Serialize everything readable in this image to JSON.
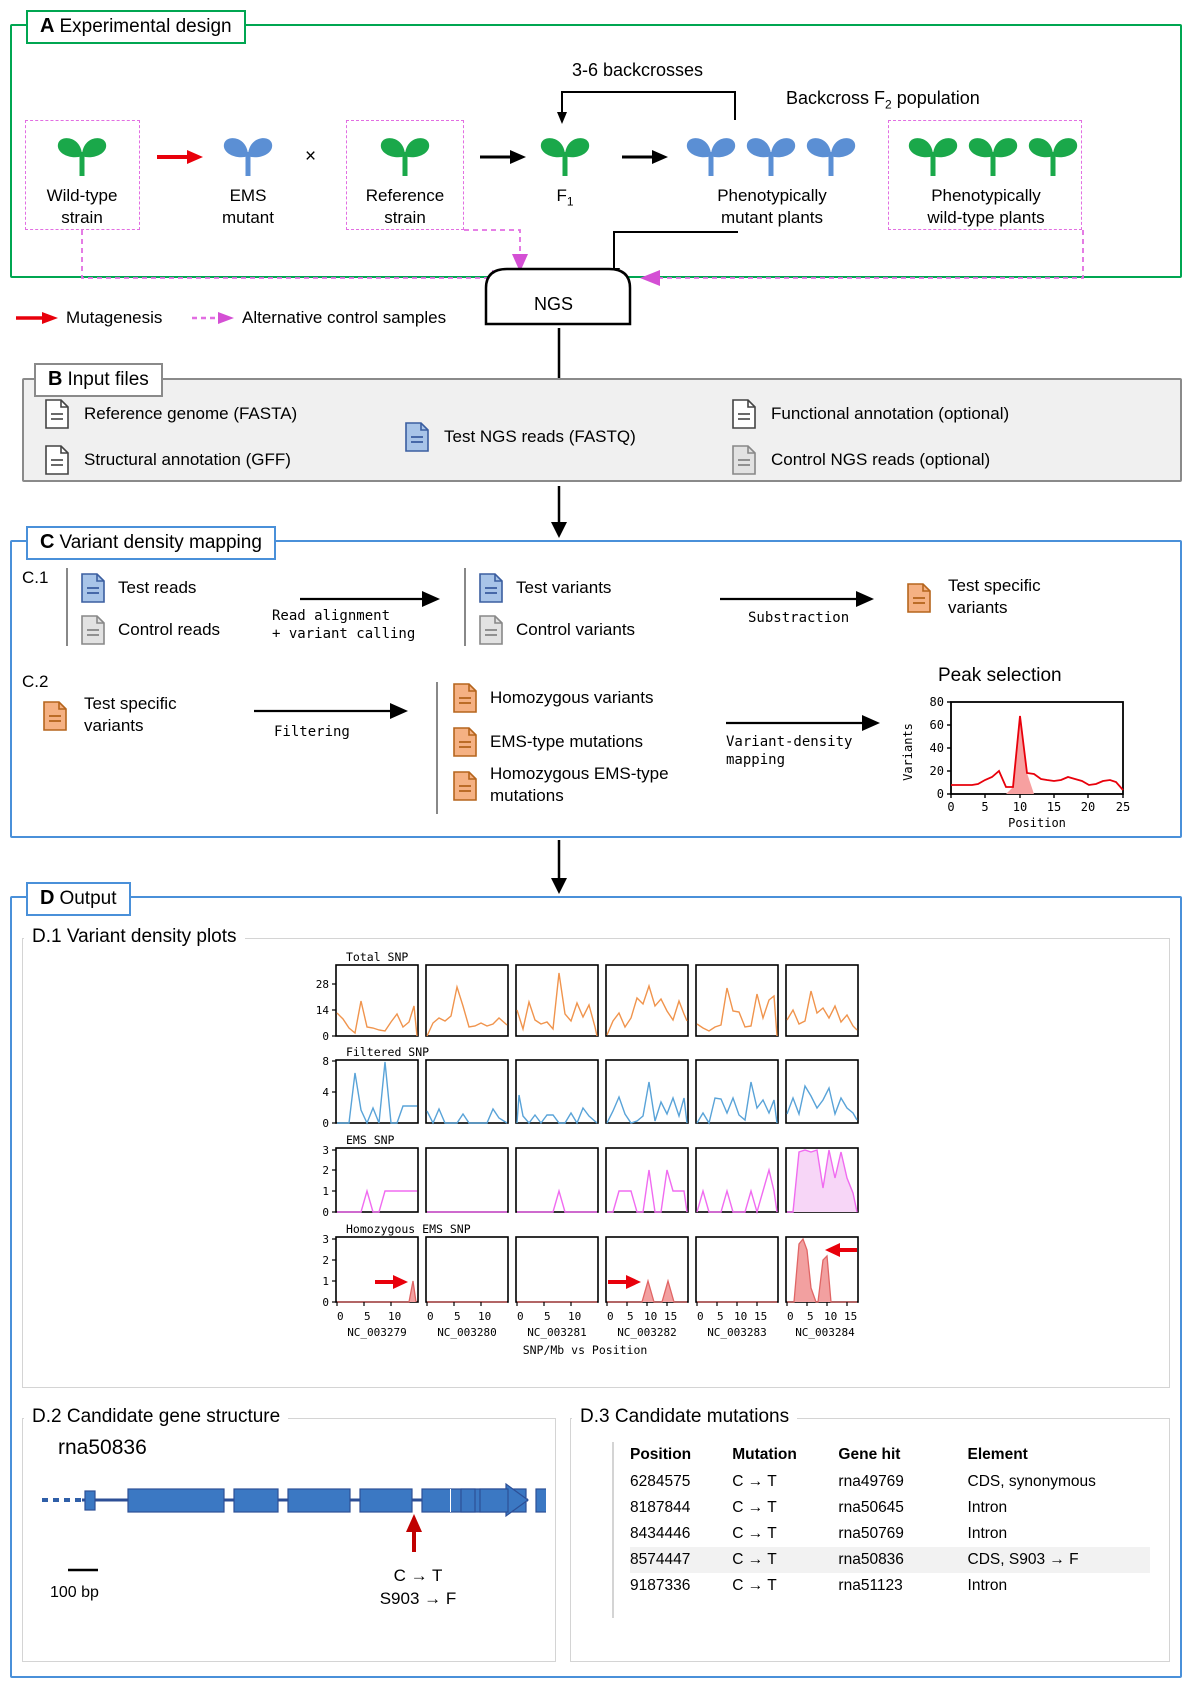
{
  "panels": {
    "A": {
      "letter": "A",
      "title": "Experimental design"
    },
    "B": {
      "letter": "B",
      "title": "Input files"
    },
    "C": {
      "letter": "C",
      "title": "Variant density mapping"
    },
    "D": {
      "letter": "D",
      "title": "Output"
    }
  },
  "panelA": {
    "backcross_label": "3-6 backcrosses",
    "f2_label": "Backcross F",
    "f2_sub": "2",
    "f2_label_end": " population",
    "cross_symbol": "×",
    "nodes": [
      {
        "id": "wild-type-strain",
        "label_line1": "Wild-type",
        "label_line2": "strain",
        "color": "green",
        "boxed": true
      },
      {
        "id": "ems-mutant",
        "label_line1": "EMS",
        "label_line2": "mutant",
        "color": "blue",
        "boxed": false
      },
      {
        "id": "reference-strain",
        "label_line1": "Reference",
        "label_line2": "strain",
        "color": "green",
        "boxed": true
      },
      {
        "id": "f1",
        "label_line1": "F",
        "label_sub": "1",
        "label_line2": "",
        "color": "green",
        "boxed": false
      },
      {
        "id": "phenotypically-mutant-plants",
        "label_line1": "Phenotypically",
        "label_line2": "mutant plants",
        "color": "blue",
        "boxed": false
      },
      {
        "id": "phenotypically-wild-type-plants",
        "label_line1": "Phenotypically",
        "label_line2": "wild-type plants",
        "color": "green",
        "boxed": true
      }
    ],
    "ngs_label": "NGS",
    "legend": [
      {
        "id": "mutagenesis",
        "label": "Mutagenesis",
        "color": "#e8000b",
        "style": "solid"
      },
      {
        "id": "alternative-control-samples",
        "label": "Alternative control samples",
        "color": "#e26ee2",
        "style": "dashed"
      }
    ]
  },
  "panelB": {
    "files": [
      {
        "id": "reference-genome",
        "label": "Reference genome (FASTA)",
        "variant": "white"
      },
      {
        "id": "structural-annotation",
        "label": "Structural annotation (GFF)",
        "variant": "white"
      },
      {
        "id": "test-ngs-reads",
        "label": "Test NGS reads (FASTQ)",
        "variant": "blue"
      },
      {
        "id": "functional-annotation",
        "label": "Functional annotation (optional)",
        "variant": "white"
      },
      {
        "id": "control-ngs-reads",
        "label": "Control NGS reads (optional)",
        "variant": "grey"
      }
    ]
  },
  "panelC": {
    "c1": {
      "step": "C.1",
      "inputs": [
        {
          "id": "test-reads",
          "label": "Test reads",
          "variant": "blue"
        },
        {
          "id": "control-reads",
          "label": "Control reads",
          "variant": "grey"
        }
      ],
      "arrow1_line1": "Read alignment",
      "arrow1_line2": "+ variant calling",
      "middle": [
        {
          "id": "test-variants",
          "label": "Test variants",
          "variant": "blue"
        },
        {
          "id": "control-variants",
          "label": "Control variants",
          "variant": "grey"
        }
      ],
      "arrow2_label": "Substraction",
      "outputs": [
        {
          "id": "test-specific-variants",
          "label_line1": "Test specific",
          "label_line2": "variants",
          "variant": "orange"
        }
      ]
    },
    "c2": {
      "step": "C.2",
      "inputs": [
        {
          "id": "test-specific-variants-in",
          "label_line1": "Test specific",
          "label_line2": "variants",
          "variant": "orange"
        }
      ],
      "arrow1_label": "Filtering",
      "middle": [
        {
          "id": "homozygous-variants",
          "label": "Homozygous variants",
          "variant": "orange"
        },
        {
          "id": "ems-type-mutations",
          "label": "EMS-type mutations",
          "variant": "orange"
        },
        {
          "id": "homozygous-ems-type-mutations",
          "label_line1": "Homozygous EMS-type",
          "label_line2": "mutations",
          "variant": "orange"
        }
      ],
      "arrow2_line1": "Variant-density",
      "arrow2_line2": "mapping"
    }
  },
  "chart_data": [
    {
      "id": "peak-selection",
      "type": "area",
      "title": "Peak selection",
      "xlabel": "Position",
      "ylabel": "Variants",
      "xlim": [
        0,
        25
      ],
      "ylim": [
        0,
        80
      ],
      "xticks": [
        0,
        5,
        10,
        15,
        20,
        25
      ],
      "yticks": [
        0,
        20,
        40,
        60,
        80
      ],
      "line_color": "#e8000b",
      "fill_color": "#f7a0a0",
      "highlight_range": [
        8,
        11
      ],
      "x": [
        0,
        1,
        2,
        3,
        4,
        5,
        6,
        7,
        8,
        9,
        10,
        11,
        12,
        13,
        14,
        15,
        16,
        17,
        18,
        19,
        20,
        21,
        22,
        23,
        24,
        25
      ],
      "values": [
        8,
        8,
        8,
        8,
        9,
        12,
        15,
        20,
        14,
        11,
        68,
        18,
        17,
        13,
        12,
        11,
        12,
        14,
        13,
        11,
        8,
        9,
        11,
        12,
        10,
        4
      ]
    },
    {
      "id": "variant-density-grid",
      "type": "line",
      "title": "Variant density plots",
      "xlabel": "SNP/Mb vs Position",
      "rows": [
        {
          "name": "Total SNP",
          "color": "#f0944d",
          "ylim": [
            0,
            35
          ],
          "yticks": [
            0,
            14,
            28
          ],
          "filled": false
        },
        {
          "name": "Filtered SNP",
          "color": "#59a3d8",
          "ylim": [
            0,
            8
          ],
          "yticks": [
            0,
            4,
            8
          ],
          "filled": false
        },
        {
          "name": "EMS SNP",
          "color": "#f06bf0",
          "ylim": [
            0,
            3
          ],
          "yticks": [
            0,
            1,
            2,
            3
          ],
          "filled": "last"
        },
        {
          "name": "Homozygous EMS SNP",
          "color": "#e06565",
          "ylim": [
            0,
            3
          ],
          "yticks": [
            0,
            1,
            2,
            3
          ],
          "filled": true
        }
      ],
      "columns": [
        {
          "name": "NC_003279",
          "xticks": [
            0,
            5,
            10
          ]
        },
        {
          "name": "NC_003280",
          "xticks": [
            0,
            5,
            10
          ]
        },
        {
          "name": "NC_003281",
          "xticks": [
            0,
            5,
            10
          ]
        },
        {
          "name": "NC_003282",
          "xticks": [
            0,
            5,
            10,
            15
          ]
        },
        {
          "name": "NC_003283",
          "xticks": [
            0,
            5,
            10,
            15
          ]
        },
        {
          "name": "NC_003284",
          "xticks": [
            0,
            5,
            10,
            15
          ]
        }
      ],
      "annotations": [
        {
          "type": "arrow-right",
          "row": "Homozygous EMS SNP",
          "column": "NC_003279",
          "color": "#e8000b"
        },
        {
          "type": "arrow-right",
          "row": "Homozygous EMS SNP",
          "column": "NC_003282",
          "color": "#e8000b"
        },
        {
          "type": "arrow-left",
          "row": "Homozygous EMS SNP",
          "column": "NC_003284",
          "color": "#e8000b"
        }
      ]
    }
  ],
  "panelD": {
    "d1": {
      "label": "D.1 Variant density plots"
    },
    "d2": {
      "label": "D.2 Candidate gene structure",
      "gene_name": "rna50836",
      "mutation_line1": "C → T",
      "mutation_line2": "S903 → F",
      "scale_label": "100 bp"
    },
    "d3": {
      "label": "D.3 Candidate mutations",
      "columns": [
        "Position",
        "Mutation",
        "Gene hit",
        "Element"
      ],
      "rows": [
        {
          "position": "6284575",
          "mutation": "C → T",
          "gene_hit": "rna49769",
          "element": "CDS, synonymous",
          "highlight": false
        },
        {
          "position": "8187844",
          "mutation": "C → T",
          "gene_hit": "rna50645",
          "element": "Intron",
          "highlight": false
        },
        {
          "position": "8434446",
          "mutation": "C → T",
          "gene_hit": "rna50769",
          "element": "Intron",
          "highlight": false
        },
        {
          "position": "8574447",
          "mutation": "C → T",
          "gene_hit": "rna50836",
          "element": "CDS, S903 → F",
          "highlight": true
        },
        {
          "position": "9187336",
          "mutation": "C → T",
          "gene_hit": "rna51123",
          "element": "Intron",
          "highlight": false
        }
      ]
    }
  },
  "colors": {
    "green_panel": "#00a651",
    "blue_panel": "#4a90d9",
    "grey_panel": "#8a8a8a",
    "plant_green": "#1aa84a",
    "plant_blue": "#5b8fd4",
    "red": "#e8000b",
    "magenta": "#e26ee2",
    "orange_file": "#f5b183",
    "blue_file": "#a8c4e8",
    "gene_blue": "#3b78c3"
  }
}
